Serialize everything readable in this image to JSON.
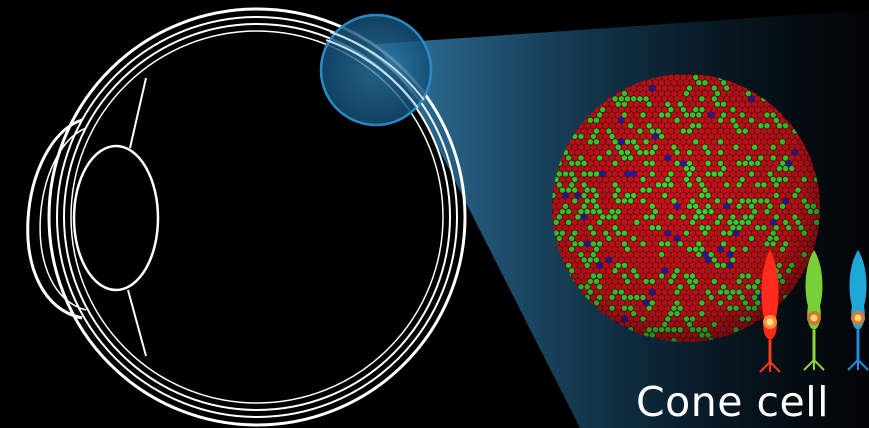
{
  "caption": "Cone cell",
  "colors": {
    "background": "#000000",
    "eye_outline": "#ffffff",
    "magnifier": "#1f6c95",
    "cone_red": "#c8141a",
    "cone_green": "#2ee032",
    "cone_blue": "#1a1fb0",
    "cell_red": "#ff3b2a",
    "cell_green": "#7bd43a",
    "cell_blue": "#1ea8d8"
  },
  "elements": [
    "eyeball",
    "cornea",
    "lens",
    "retina-magnifier",
    "cone-mosaic",
    "red-cone-cell",
    "green-cone-cell",
    "blue-cone-cell"
  ]
}
